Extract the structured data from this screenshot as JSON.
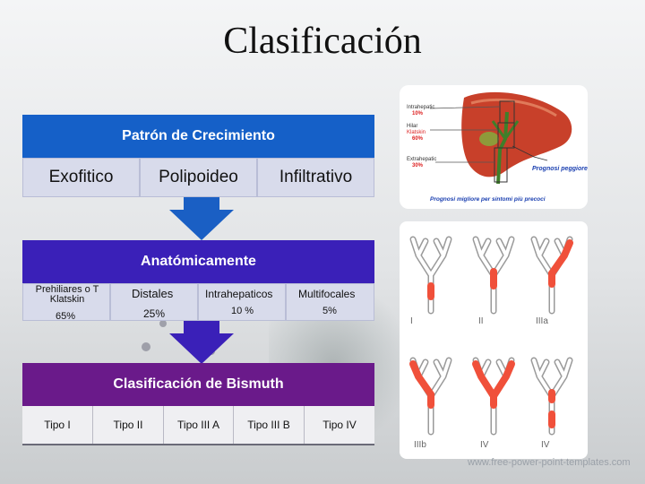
{
  "title": "Clasificación",
  "growth": {
    "header": "Patrón de Crecimiento",
    "items": [
      "Exofitico",
      "Polipoideo",
      "Infiltrativo"
    ]
  },
  "anatomic": {
    "header": "Anatómicamente",
    "items": [
      {
        "label": "Prehiliares  o T Klatskin",
        "pct": "65%"
      },
      {
        "label": "Distales",
        "pct": "25%"
      },
      {
        "label": "Intrahepaticos",
        "pct": "10 %"
      },
      {
        "label": "Multifocales",
        "pct": "5%"
      }
    ]
  },
  "bismuth": {
    "header": "Clasificación de Bismuth",
    "items": [
      "Tipo I",
      "Tipo II",
      "Tipo III A",
      "Tipo III B",
      "Tipo IV"
    ]
  },
  "liver_image": {
    "labels": {
      "intrahepatic": "Intrahepatic",
      "intrahepatic_pct": "10%",
      "hilar": "Hilar",
      "klatskin": "Klatskin",
      "hilar_pct": "60%",
      "extrahepatic": "Extrahepatic",
      "extrahepatic_pct": "30%",
      "prognosis_worse": "Prognosi peggiore",
      "prognosis_better": "Prognosi migliore per sintomi più precoci"
    }
  },
  "bismuth_image": {
    "labels": [
      "I",
      "II",
      "IIIa",
      "IIIb",
      "IV",
      "IV"
    ]
  },
  "watermark": "www.free-power-point-templates.com",
  "colors": {
    "blue": "#1560c8",
    "indigo": "#3a20b8",
    "purple": "#6a1a8a",
    "tumor": "#f0503a",
    "liver": "#c8402a"
  }
}
